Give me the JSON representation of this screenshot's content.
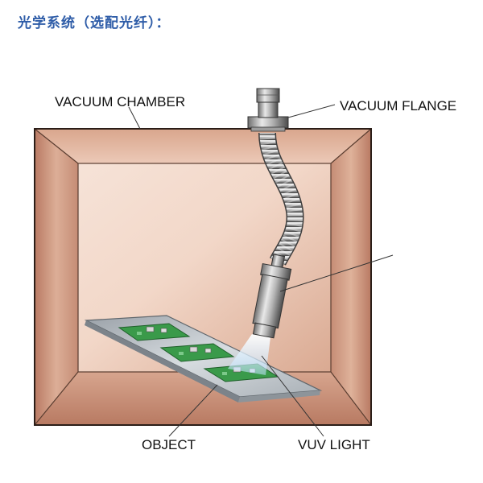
{
  "heading": "光学系统（选配光纤）：",
  "labels": {
    "vacuum_chamber": "VACUUM CHAMBER",
    "vacuum_flange": "VACUUM FLANGE",
    "object": "OBJECT",
    "vuv_light": "VUV LIGHT"
  },
  "colors": {
    "heading": "#2f5da8",
    "chamber_back": "#e9c7b6",
    "chamber_side": "#c08670",
    "chamber_outline": "#3a2a22",
    "plate": "#c7cdd3",
    "pcb": "#3a9a4a",
    "light_beam": "#cfe9ff"
  }
}
